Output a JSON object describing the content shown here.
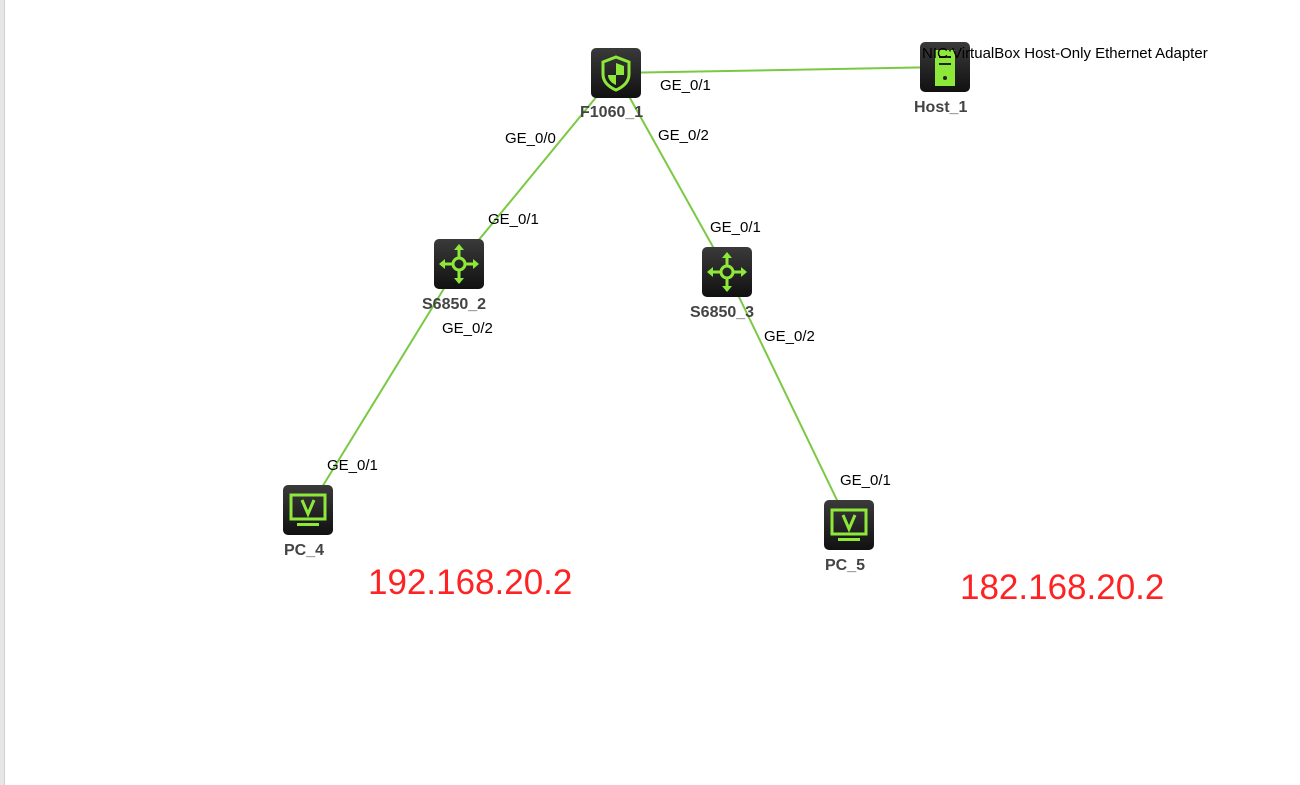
{
  "nodes": {
    "f1060": {
      "name": "F1060_1",
      "icon": "firewall-shield-icon"
    },
    "host": {
      "name": "Host_1",
      "icon": "host-server-icon",
      "adapter": "NIC:VirtualBox Host-Only Ethernet Adapter"
    },
    "s2": {
      "name": "S6850_2",
      "icon": "switch-icon"
    },
    "s3": {
      "name": "S6850_3",
      "icon": "switch-icon"
    },
    "pc4": {
      "name": "PC_4",
      "icon": "pc-monitor-icon"
    },
    "pc5": {
      "name": "PC_5",
      "icon": "pc-monitor-icon"
    }
  },
  "ports": {
    "f_host": "GE_0/1",
    "f_s2": "GE_0/0",
    "f_s3": "GE_0/2",
    "s2_up": "GE_0/1",
    "s2_down": "GE_0/2",
    "s3_up": "GE_0/1",
    "s3_down": "GE_0/2",
    "pc4": "GE_0/1",
    "pc5": "GE_0/1"
  },
  "annotations": {
    "ip_left": "192.168.20.2",
    "ip_right": "182.168.20.2"
  },
  "colors": {
    "link": "#7ac943",
    "icon": "#8ee83a",
    "annotation": "#ff2222"
  }
}
